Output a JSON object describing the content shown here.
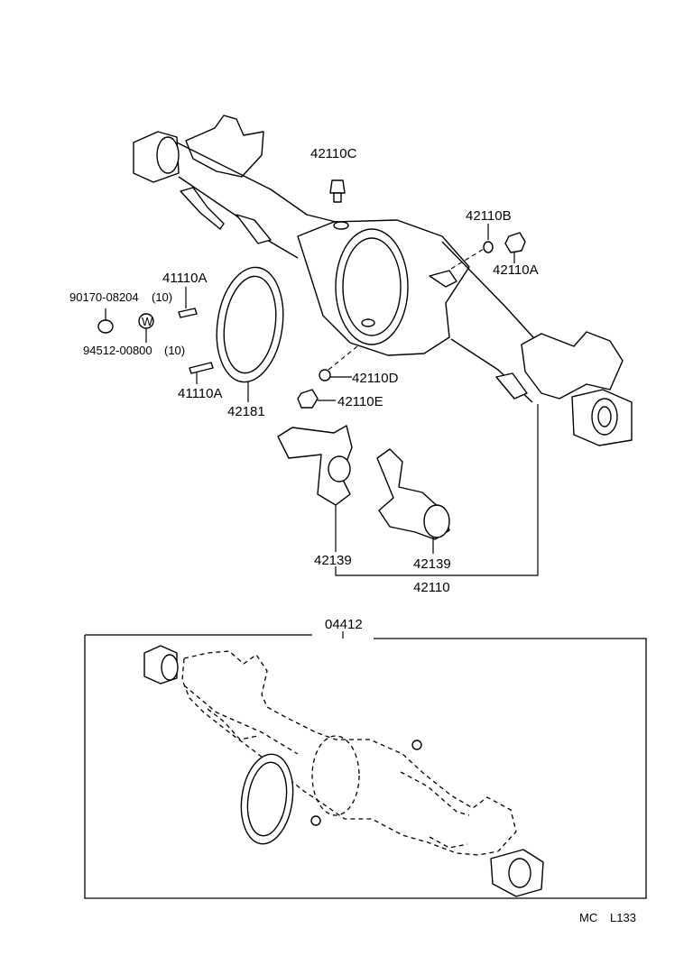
{
  "labels": {
    "p42110C": "42110C",
    "p42110B": "42110B",
    "p42110A_right": "42110A",
    "p41110A_top": "41110A",
    "p90170": "90170-08204",
    "p90170_qty": "(10)",
    "p94512": "94512-00800",
    "p94512_qty": "(10)",
    "p41110A_bottom": "41110A",
    "p42181": "42181",
    "p42110D": "42110D",
    "p42110E": "42110E",
    "p42139_left": "42139",
    "p42139_right": "42139",
    "p42110": "42110",
    "p04412": "04412",
    "footer_code": "MC",
    "footer_page": "L133"
  },
  "symbols": {
    "washer_mark": "W"
  }
}
